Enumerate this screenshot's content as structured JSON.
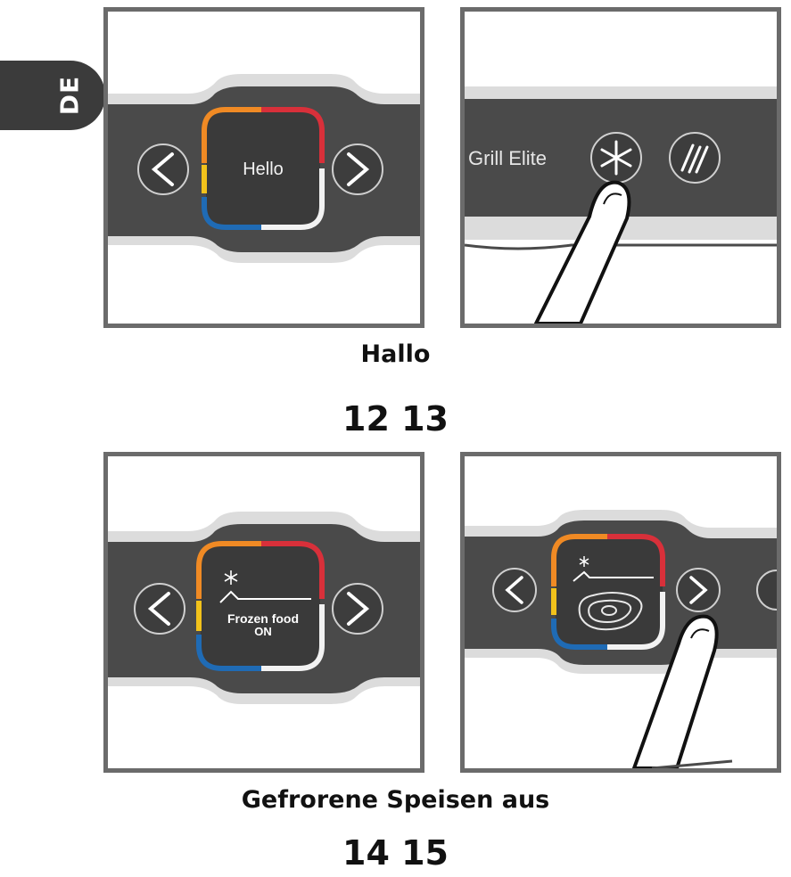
{
  "language_tab": "DE",
  "panels": {
    "p12": {
      "screen_text": "Hello"
    },
    "p13": {
      "brand_text": "Grill Elite",
      "pressed_button": "snowflake-icon",
      "other_button": "sear-lines-icon"
    },
    "p14": {
      "screen_line1": "Frozen food",
      "screen_line2": "ON",
      "screen_icon": "snowflake-icon"
    },
    "p15": {
      "screen_icon": "steak-icon",
      "pressed_button": "right-arrow-button"
    }
  },
  "captions": {
    "top_caption": "Hallo",
    "top_numbers": "12 13",
    "bottom_caption": "Gefrorene Speisen aus",
    "bottom_numbers": "14 15"
  },
  "colors": {
    "bar": "#4a4a4a",
    "frame": "#6b6b6b",
    "ring_orange": "#f08a24",
    "ring_red": "#d8303a",
    "ring_yellow": "#f2c21b",
    "ring_blue": "#1f6bb5",
    "ring_white": "#f2f2f2"
  }
}
